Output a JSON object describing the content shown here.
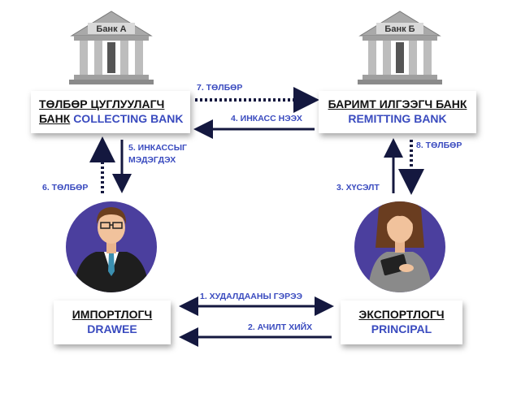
{
  "banks": {
    "bank_a_label": "Банк А",
    "bank_b_label": "Банк Б"
  },
  "boxes": {
    "collecting": {
      "line1": "ТӨЛБӨР ЦУГЛУУЛАГЧ",
      "line2_plain": "БАНК",
      "line2_blue": "COLLECTING BANK"
    },
    "remitting": {
      "line1": "БАРИМТ ИЛГЭЭГЧ БАНК",
      "line2": "REMITTING BANK"
    },
    "importer": {
      "line1": "ИМПОРТЛОГЧ",
      "line2": "DRAWEE"
    },
    "exporter": {
      "line1": "ЭКСПОРТЛОГЧ",
      "line2": "PRINCIPAL"
    }
  },
  "flows": {
    "f1": "1. ХУДАЛДААНЫ ГЭРЭЭ",
    "f2": "2. АЧИЛТ ХИЙХ",
    "f3": "3. ХҮСЭЛТ",
    "f4": "4. ИНКАСС НЭЭХ",
    "f5_line1": "5. ИНКАССЫГ",
    "f5_line2": "МЭДЭГДЭХ",
    "f6": "6. ТӨЛБӨР",
    "f7": "7. ТӨЛБӨР",
    "f8": "8. ТӨЛБӨР"
  },
  "colors": {
    "arrow": "#14183f",
    "label": "#3a4bbf",
    "avatar_bg": "#4b3f9e"
  }
}
